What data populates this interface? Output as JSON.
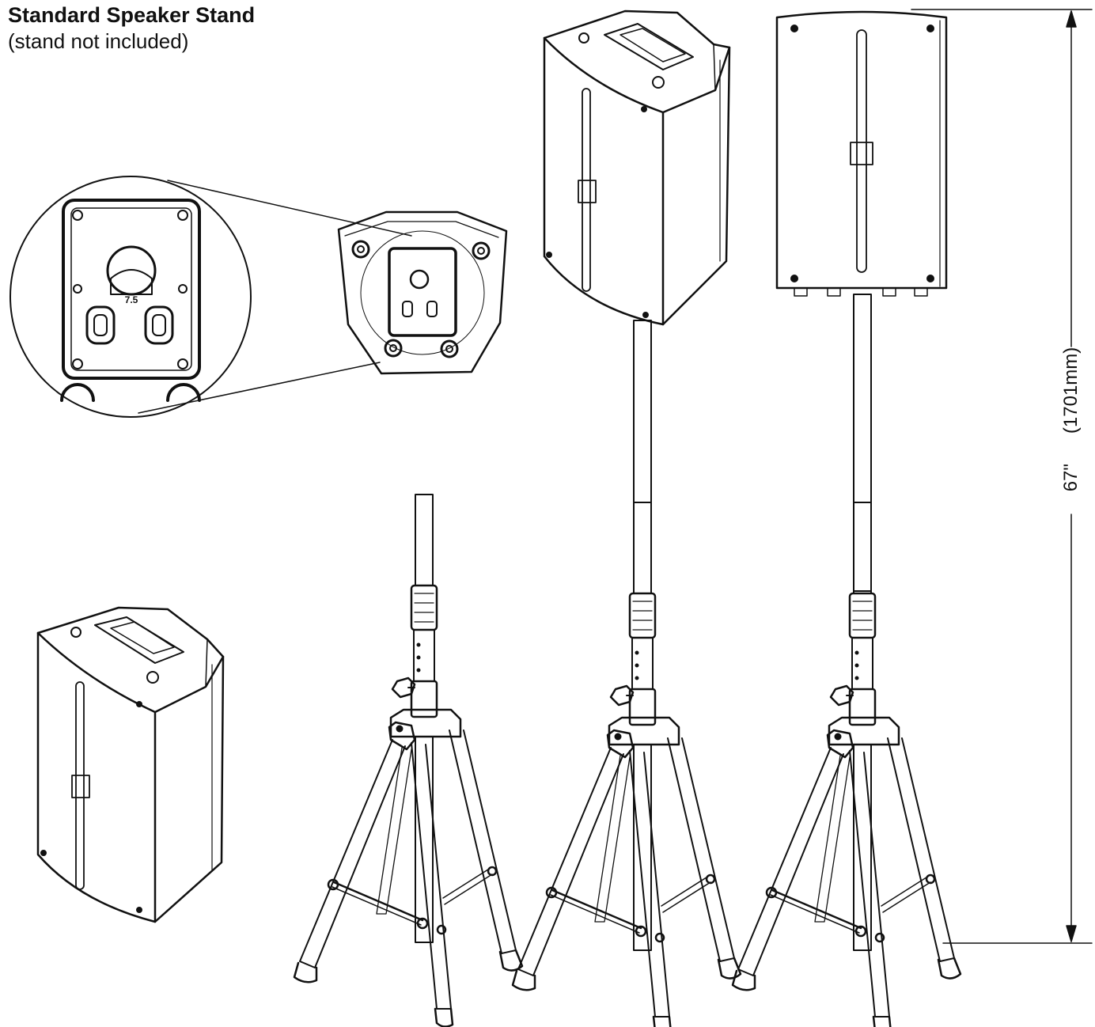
{
  "heading": {
    "title": "Standard Speaker Stand",
    "subtitle": "(stand not included)"
  },
  "dimension": {
    "imperial": "67\"",
    "metric": "(1701mm)"
  },
  "detail": {
    "plate_marking": "7.5"
  },
  "colors": {
    "line": "#111111",
    "background": "#ffffff"
  }
}
